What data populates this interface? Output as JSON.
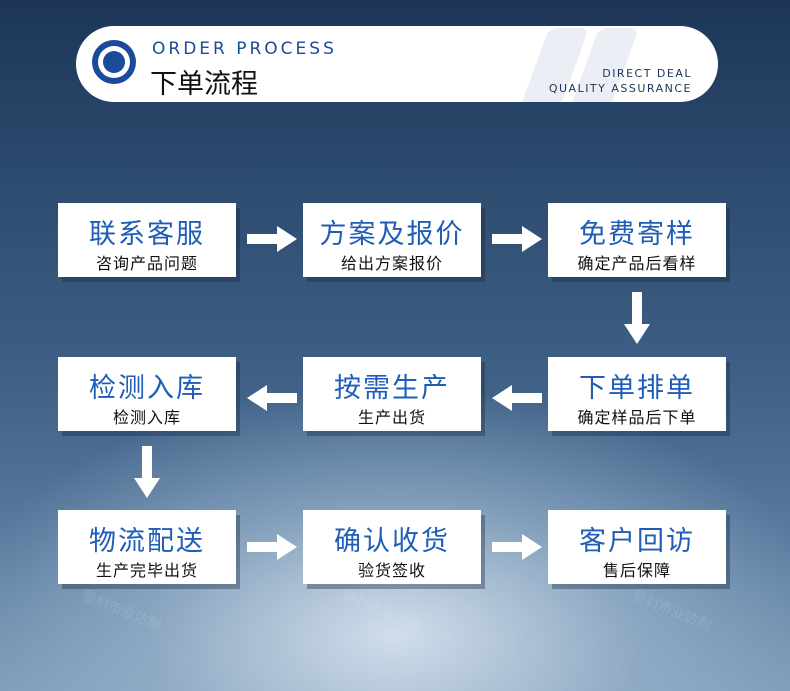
{
  "header": {
    "title_en": "ORDER PROCESS",
    "title_zh": "下单流程",
    "slogan_line1": "DIRECT DEAL",
    "slogan_line2": "QUALITY ASSURANCE"
  },
  "steps": [
    {
      "title": "联系客服",
      "subtitle": "咨询产品问题"
    },
    {
      "title": "方案及报价",
      "subtitle": "给出方案报价"
    },
    {
      "title": "免费寄样",
      "subtitle": "确定产品后看样"
    },
    {
      "title": "下单排单",
      "subtitle": "确定样品后下单"
    },
    {
      "title": "按需生产",
      "subtitle": "生产出货"
    },
    {
      "title": "检测入库",
      "subtitle": "检测入库"
    },
    {
      "title": "物流配送",
      "subtitle": "生产完毕出货"
    },
    {
      "title": "确认收货",
      "subtitle": "验货签收"
    },
    {
      "title": "客户回访",
      "subtitle": "售后保障"
    }
  ],
  "watermark": {
    "text": "登封市业达耐"
  },
  "colors": {
    "accent": "#1f5db8",
    "background": "#2c4a6e",
    "arrow": "#ffffff"
  }
}
